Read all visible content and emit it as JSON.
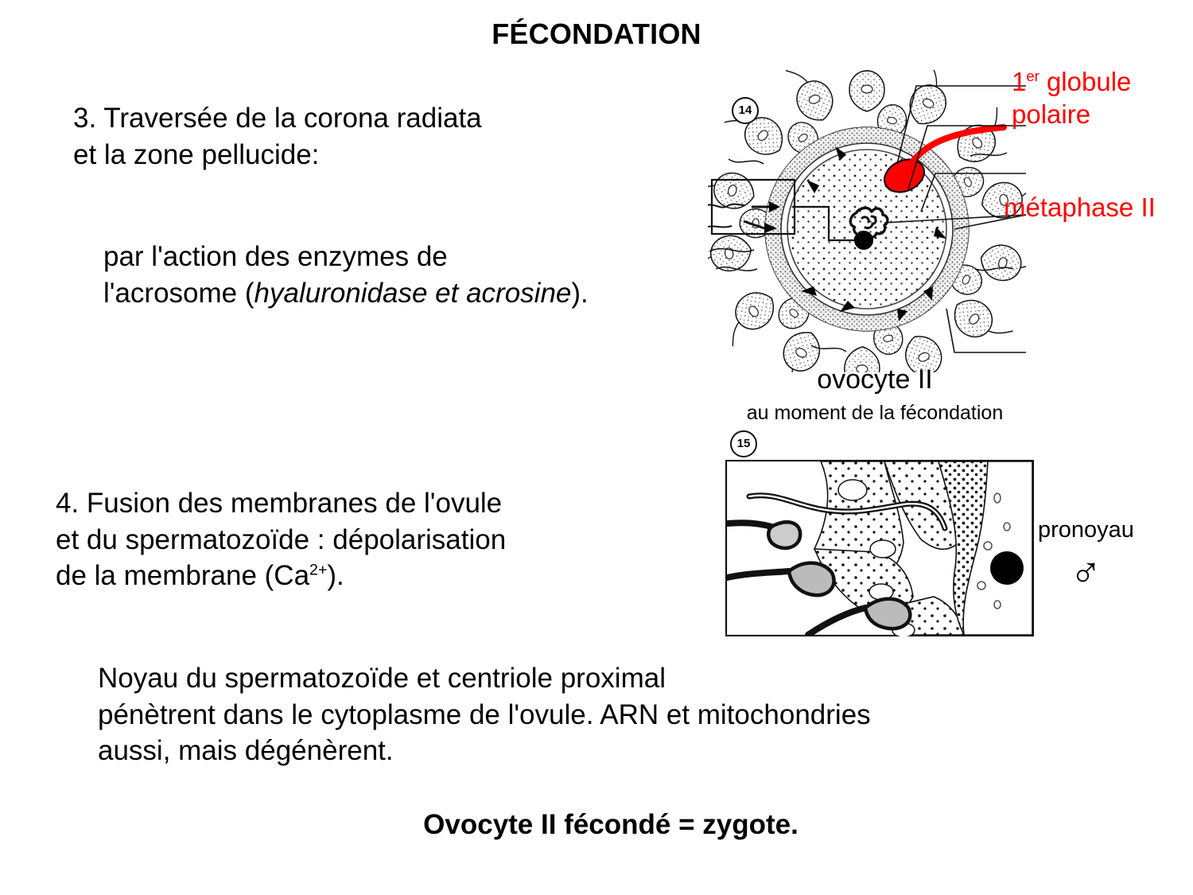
{
  "slide": {
    "title": "FÉCONDATION",
    "colors": {
      "text": "#000000",
      "accent_red": "#ff0000",
      "background": "#ffffff"
    }
  },
  "body_text": {
    "para_3_line1": "3. Traversée de la corona radiata",
    "para_3_line2": "et la zone pellucide:",
    "para_3_sub_pre": "par l'action des enzymes de\nl'acrosome (",
    "para_3_sub_italic": "hyaluronidase et acrosine",
    "para_3_sub_post": ").",
    "para_4_pre": "4. Fusion des membranes de l'ovule\net du spermatozoïde : dépolarisation\nde la membrane (Ca",
    "para_4_sup": "2+",
    "para_4_post": ").",
    "para_5": "Noyau du spermatozoïde et centriole proximal\npénètrent dans le cytoplasme de l'ovule. ARN et mitochondries\naussi, mais dégénèrent.",
    "conclusion": "Ovocyte II fécondé = zygote."
  },
  "figure_ovocyte": {
    "badge": "14",
    "caption_main": "ovocyte II",
    "caption_sub": "au moment de la fécondation",
    "labels": {
      "polar_body_pre": "1",
      "polar_body_sup": "er",
      "polar_body_post": " globule",
      "polar_body_line2": "polaire",
      "metaphase": "métaphase II"
    }
  },
  "figure_penetration": {
    "badge": "15",
    "label_pronucleus": "pronoyau",
    "symbol_male": "♂"
  }
}
